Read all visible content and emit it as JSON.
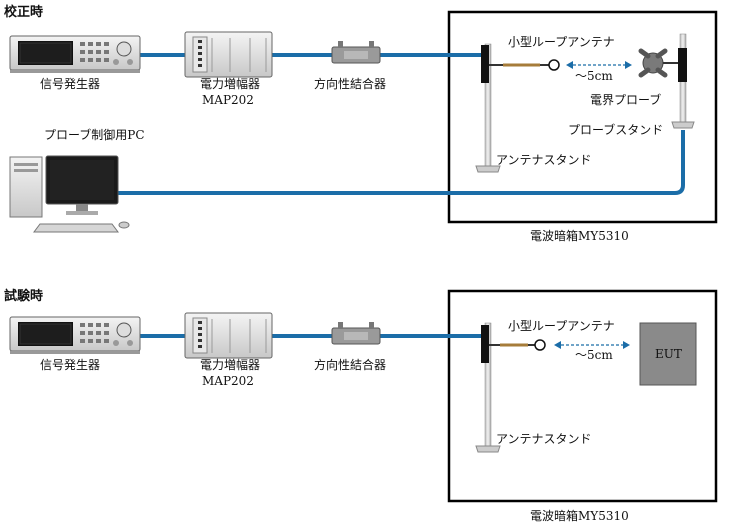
{
  "sections": [
    {
      "heading": "校正時",
      "signal_generator": "信号発生器",
      "amplifier": [
        "電力増幅器",
        "MAP202"
      ],
      "coupler": "方向性結合器",
      "loop_antenna": "小型ループアンテナ",
      "distance": "～5cm",
      "field_probe": "電界プローブ",
      "probe_stand": "プローブスタンド",
      "antenna_stand": "アンテナスタンド",
      "pc": "プローブ制御用PC",
      "chamber": "電波暗箱MY5310"
    },
    {
      "heading": "試験時",
      "signal_generator": "信号発生器",
      "amplifier": [
        "電力増幅器",
        "MAP202"
      ],
      "coupler": "方向性結合器",
      "loop_antenna": "小型ループアンテナ",
      "distance": "～5cm",
      "eut": "EUT",
      "antenna_stand": "アンテナスタンド",
      "chamber": "電波暗箱MY5310"
    }
  ],
  "colors": {
    "cable": "#1b6da8",
    "frame": "#000000",
    "eut_fill": "#8a8a8a"
  }
}
